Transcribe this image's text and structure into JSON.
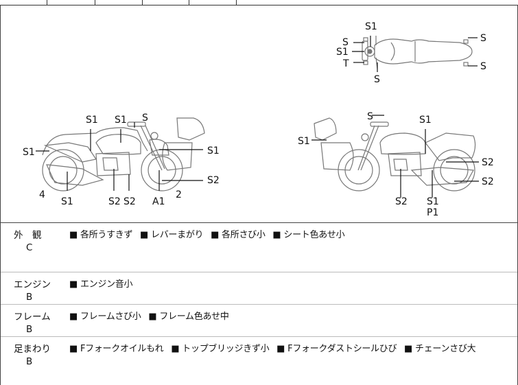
{
  "diagram": {
    "top_bike": {
      "labels": {
        "front_top": "S1",
        "left_s": "S",
        "left_s1": "S1",
        "left_t": "T",
        "bottom_s": "S",
        "tail_top": "S",
        "tail_bottom": "S"
      }
    },
    "left_bike": {
      "labels": {
        "rear": "S1",
        "tank_left": "S1",
        "tank_right": "S1",
        "top_s": "S",
        "front_s1": "S1",
        "front_s2": "S2",
        "num4": "4",
        "bottom_s1": "S1",
        "bottom_s2a": "S2",
        "bottom_s2b": "S2",
        "a1": "A1",
        "num2": "2"
      }
    },
    "right_bike": {
      "labels": {
        "top_s": "S",
        "tank_s1": "S1",
        "front_s1": "S1",
        "rear_s2a": "S2",
        "rear_s2b": "S2",
        "bottom_s2": "S2",
        "bottom_s1": "S1",
        "p1": "P1"
      }
    }
  },
  "rows": [
    {
      "category": "外　観",
      "grade": "C",
      "items": [
        "各所うすきず",
        "レバーまがり",
        "各所さび小",
        "シート色あせ小"
      ]
    },
    {
      "category": "エンジン",
      "grade": "B",
      "items": [
        "エンジン音小"
      ]
    },
    {
      "category": "フレーム",
      "grade": "B",
      "items": [
        "フレームさび小",
        "フレーム色あせ中"
      ]
    },
    {
      "category": "足まわり",
      "grade": "B",
      "items": [
        "Fフォークオイルもれ",
        "トップブリッジきず小",
        "Fフォークダストシールひび",
        "チェーンさび大"
      ]
    }
  ],
  "bullet": "■"
}
